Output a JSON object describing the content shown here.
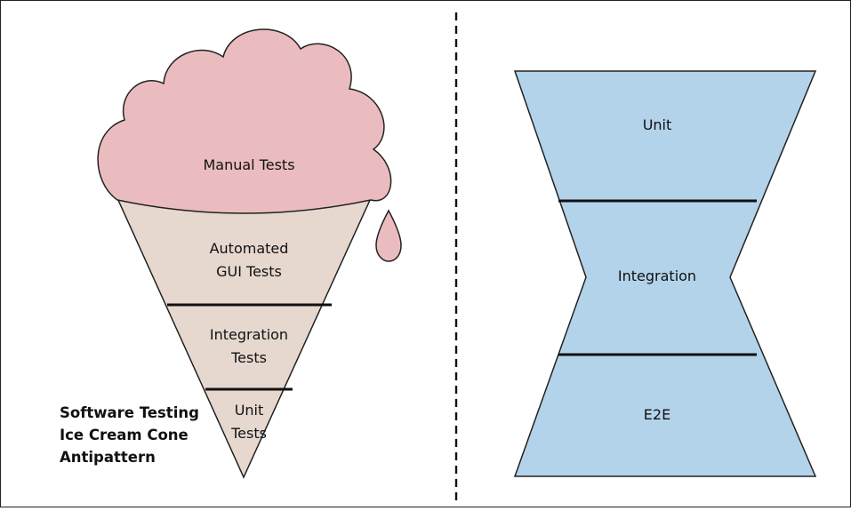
{
  "left_diagram": {
    "scoops_label": "Manual Tests",
    "layers": [
      {
        "lines": [
          "Automated",
          "GUI Tests"
        ]
      },
      {
        "lines": [
          "Integration",
          "Tests"
        ]
      },
      {
        "lines": [
          "Unit",
          "Tests"
        ]
      }
    ],
    "caption": [
      "Software Testing",
      "Ice Cream Cone",
      "Antipattern"
    ]
  },
  "right_diagram": {
    "layers": [
      "Unit",
      "Integration",
      "E2E"
    ]
  },
  "colors": {
    "scoop": "#ebbcbf",
    "cone": "#e6d8cf",
    "hourglass": "#b3d3ea",
    "outline": "#222222"
  }
}
